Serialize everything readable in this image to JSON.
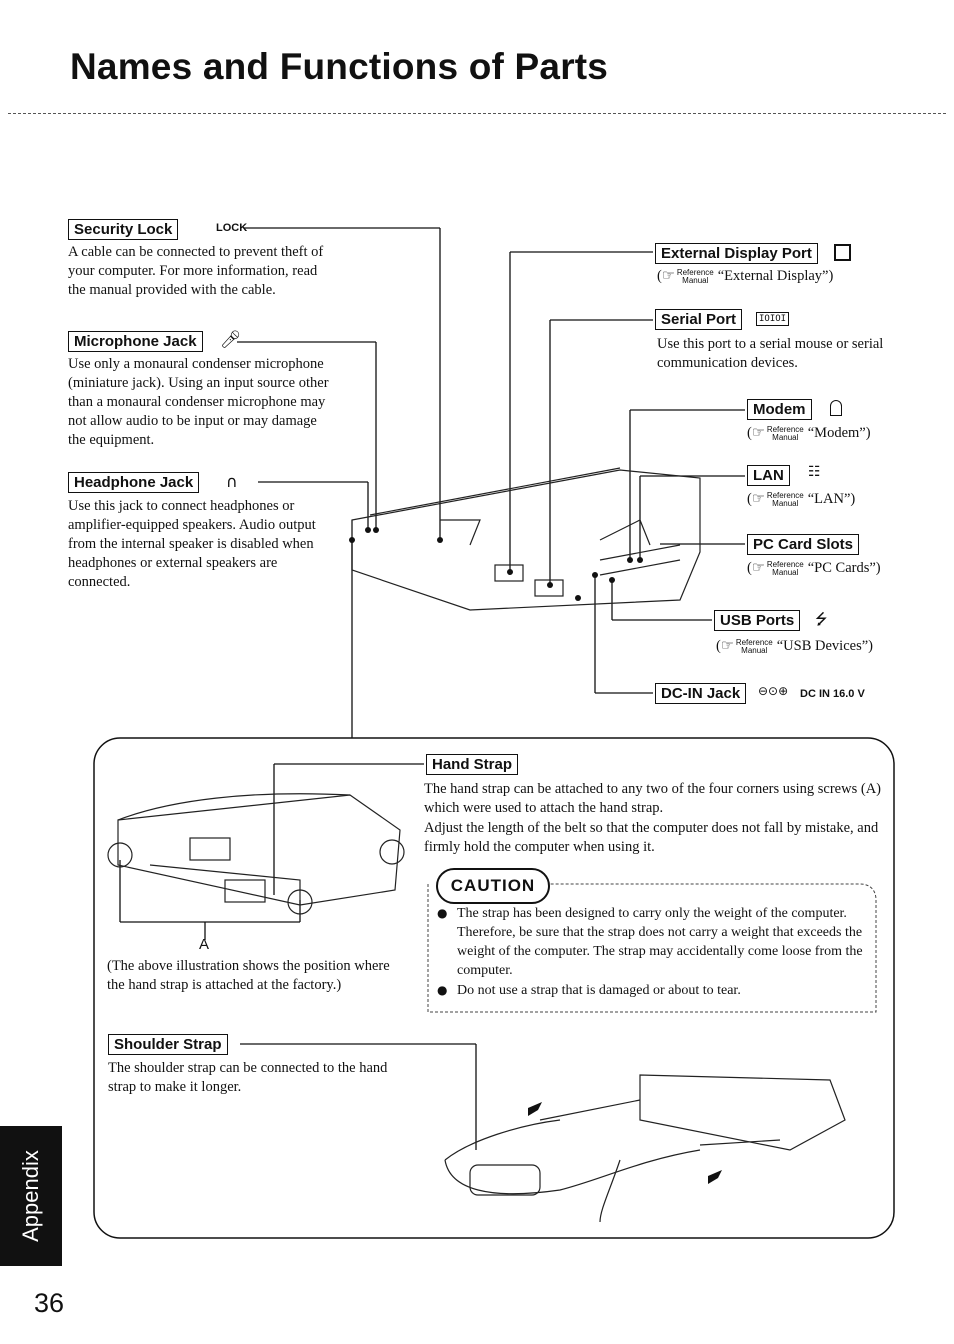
{
  "page": {
    "title": "Names and Functions of Parts",
    "side_tab": "Appendix",
    "page_number": "36"
  },
  "reference_mark": {
    "line1": "Reference",
    "line2": "Manual"
  },
  "parts": {
    "security_lock": {
      "label": "Security Lock",
      "sub": "LOCK",
      "text": "A cable can be connected to prevent theft of your computer. For more information, read the manual provided with the cable."
    },
    "microphone_jack": {
      "label": "Microphone Jack",
      "icon": "microphone-icon",
      "text": "Use only a monaural condenser microphone (miniature jack). Using an input source other than a monaural condenser microphone may not allow audio to be input or may damage the equipment."
    },
    "headphone_jack": {
      "label": "Headphone Jack",
      "icon": "headphone-icon",
      "text": "Use this jack to connect headphones or amplifier-equipped speakers. Audio output from the internal speaker is disabled when headphones or external speakers are connected."
    },
    "external_display_port": {
      "label": "External Display Port",
      "icon": "display-icon",
      "ref": "“External Display”)"
    },
    "serial_port": {
      "label": "Serial Port",
      "icon": "serial-icon",
      "icon_text": "IOIOI",
      "text": "Use this port to a serial mouse or serial communication devices."
    },
    "modem": {
      "label": "Modem",
      "icon": "phone-icon",
      "ref": "“Modem”)"
    },
    "lan": {
      "label": "LAN",
      "icon": "network-icon",
      "ref": "“LAN”)"
    },
    "pc_card_slots": {
      "label": "PC Card Slots",
      "ref": "“PC Cards”)"
    },
    "usb_ports": {
      "label": "USB Ports",
      "icon": "usb-icon",
      "ref": "“USB Devices”)"
    },
    "dc_in_jack": {
      "label": "DC-IN Jack",
      "icon": "polarity-icon",
      "sub": "DC IN 16.0 V"
    }
  },
  "hand_strap": {
    "label": "Hand Strap",
    "text1": "The hand strap can be attached to any two of the four corners using screws (A) which were used to attach the hand strap.",
    "text2": "Adjust the length of the belt so that the computer does not fall by mistake, and firmly hold the computer when using it.",
    "callout": "A",
    "caption": "(The above illustration shows the position where the hand strap is attached at the factory.)"
  },
  "caution": {
    "heading": "CAUTION",
    "items": [
      "The strap has been designed to carry only the weight of the computer. Therefore, be sure that the strap does not carry a weight that exceeds the weight of the computer. The strap may accidentally come loose from the computer.",
      "Do not use a strap that is damaged or about to tear."
    ]
  },
  "shoulder_strap": {
    "label": "Shoulder Strap",
    "text": "The shoulder strap can be connected to the hand strap to make it longer."
  }
}
